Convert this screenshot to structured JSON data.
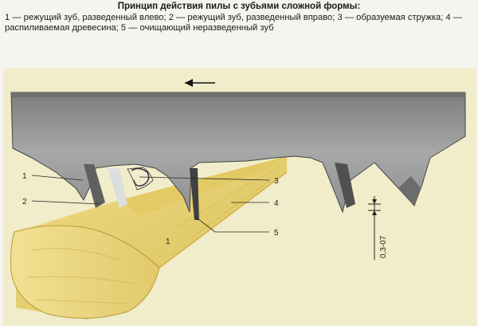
{
  "caption": {
    "title": "Принцип действия пилы с зубьями сложной формы:",
    "text": "1 — режущий зуб, разведенный влево; 2 — режущий зуб, разведенный вправо; 3 — образуемая стружка; 4 — распиливаемая древесина; 5 — очищающий неразведенный зуб"
  },
  "diagram": {
    "callouts": [
      "1",
      "2",
      "3",
      "4",
      "5"
    ],
    "log_mark": "1",
    "gap_dimension": "0,3-07",
    "direction_arrow": "←",
    "colors": {
      "background_panel": "#f1ecc9",
      "wood": "#e8d37a",
      "blade": "#9c9d9d",
      "blade_dark": "#5f6060"
    }
  }
}
